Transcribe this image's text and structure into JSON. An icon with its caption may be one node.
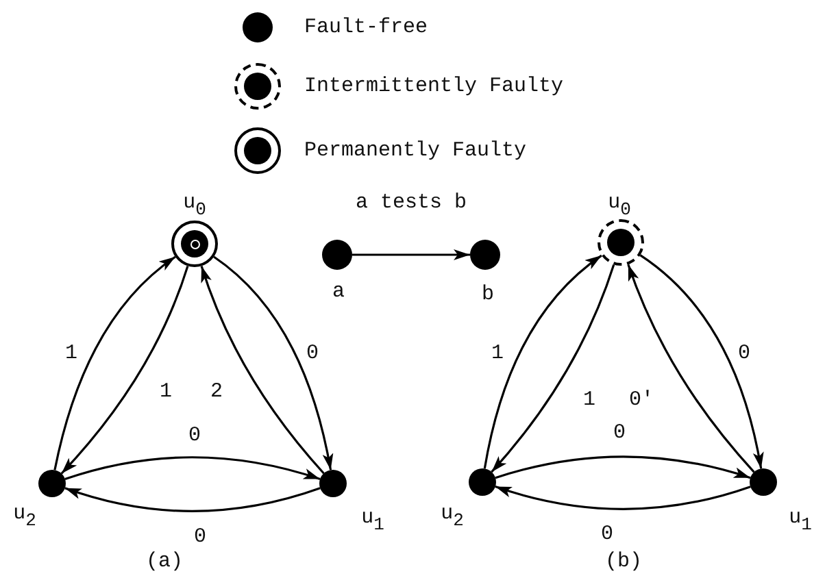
{
  "diagram": {
    "nodes": [
      {
        "text": [],
        "shape": "circle",
        "beside": [
          "u$_{0}$"
        ]
      },
      {
        "text": [],
        "shape": "circle",
        "beside": [
          "u$_{1}$"
        ]
      },
      {
        "text": [],
        "shape": "circle",
        "beside": [
          "u$_{2}$"
        ]
      },
      {
        "text": [],
        "shape": "circle",
        "beside": [
          "a"
        ]
      },
      {
        "text": [],
        "shape": "circle",
        "beside": [
          "b"
        ]
      },
      {
        "text": [],
        "shape": "circle",
        "beside": [
          "u$_{0}$"
        ]
      },
      {
        "text": [],
        "shape": "circle",
        "beside": [
          "u$_{1}$"
        ]
      },
      {
        "text": [],
        "shape": "circle",
        "beside": [
          "u$_{2}$"
        ]
      }
    ],
    "edges": [
      {
        "from": 2,
        "to": 0,
        "arrow": "to",
        "label": "1"
      },
      {
        "from": 0,
        "to": 2,
        "arrow": "to",
        "label": "1"
      },
      {
        "from": 1,
        "to": 0,
        "arrow": "to",
        "label": "2"
      },
      {
        "from": 0,
        "to": 1,
        "arrow": "to",
        "label": "0"
      },
      {
        "from": 2,
        "to": 1,
        "arrow": "to",
        "label": "0"
      },
      {
        "from": 1,
        "to": 2,
        "arrow": "to",
        "label": "0"
      },
      {
        "from": 3,
        "to": 4,
        "arrow": "to",
        "label": "a tests b"
      },
      {
        "from": 7,
        "to": 5,
        "arrow": "to",
        "label": "1"
      },
      {
        "from": 5,
        "to": 7,
        "arrow": "to",
        "label": "1"
      },
      {
        "from": 6,
        "to": 5,
        "arrow": "to",
        "label": "0'"
      },
      {
        "from": 5,
        "to": 6,
        "arrow": "to",
        "label": "0"
      },
      {
        "from": 7,
        "to": 6,
        "arrow": "to",
        "label": "0"
      },
      {
        "from": 6,
        "to": 7,
        "arrow": "to",
        "label": "0"
      }
    ],
    "labels": [
      "(a)",
      "(b)"
    ],
    "legend": [
      {
        "text": "Fault-free"
      },
      {
        "text": "Intermittently Faulty"
      },
      {
        "text": "Permanently Faulty"
      }
    ]
  }
}
